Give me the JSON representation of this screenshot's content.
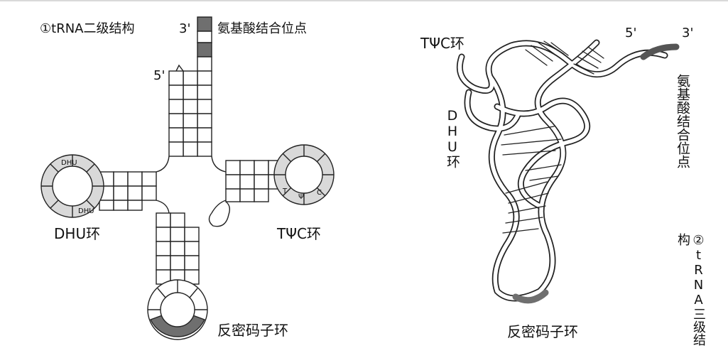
{
  "left": {
    "title": "①tRNA二级结构",
    "three_prime": "3'",
    "five_prime": "5'",
    "aa_site": "氨基酸结合位点",
    "dhu_loop": "DHU环",
    "tpsic_loop": "TΨC环",
    "anticodon_loop": "反密码子环",
    "dhu_mark_top": "DHU",
    "dhu_mark_bottom": "DHU",
    "t_mark": "T",
    "psi_mark": "Ψ",
    "c_mark": "C"
  },
  "right": {
    "tpsic_loop": "TΨC环",
    "dhu_loop": "DHU环",
    "five_prime": "5'",
    "three_prime": "3'",
    "aa_site": "氨基酸结合位点",
    "anticodon_loop": "反密码子环",
    "title": "②tRNA三级结构"
  },
  "colors": {
    "stroke": "#222222",
    "loop_fill": "#d9d9d9",
    "dark_fill": "#6f6f6f"
  }
}
